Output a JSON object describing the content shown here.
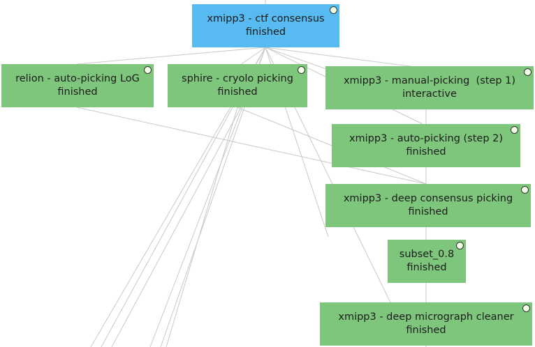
{
  "colors": {
    "selected": "#57baf0",
    "finished": "#7fc67d",
    "edge": "#c8c8c8",
    "dot": "#f2ffe6"
  },
  "nodes": {
    "ctf": {
      "title": "xmipp3 - ctf consensus",
      "status": "finished"
    },
    "relion": {
      "title": "relion - auto-picking LoG",
      "status": "finished"
    },
    "sphire": {
      "title": "sphire - cryolo picking",
      "status": "finished"
    },
    "manual": {
      "title": "xmipp3 - manual-picking  (step 1)",
      "status": "interactive"
    },
    "autopick": {
      "title": "xmipp3 - auto-picking (step 2)",
      "status": "finished"
    },
    "deepcons": {
      "title": "xmipp3 - deep consensus picking",
      "status": "finished"
    },
    "subset": {
      "title": "subset_0.8",
      "status": "finished"
    },
    "cleaner": {
      "title": "xmipp3 - deep micrograph cleaner",
      "status": "finished"
    }
  }
}
